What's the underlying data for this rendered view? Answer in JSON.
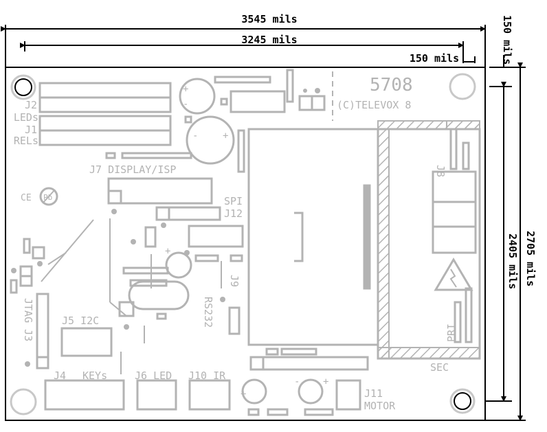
{
  "dimensions": {
    "overall_width": "3545 mils",
    "inner_width": "3245 mils",
    "offset_width": "150 mils",
    "offset_height": "150 mils",
    "overall_height": "2705 mils",
    "inner_height": "2405 mils"
  },
  "board": {
    "part_number": "5708",
    "copyright": "(C)TELEVOX 8",
    "connectors": {
      "j2": "J2",
      "j2_desc": "LEDs",
      "j1": "J1",
      "j1_desc": "RELs",
      "j7": "J7 DISPLAY/ISP",
      "spi": "SPI",
      "j12": "J12",
      "j8": "J8",
      "j9": "J9",
      "rs232": "RS232",
      "jtag": "JTAG J3",
      "j5": "J5 I2C",
      "j4": "J4",
      "keys": "KEYs",
      "j6": "J6 LED",
      "j10": "J10 IR",
      "j11": "J11",
      "motor": "MOTOR",
      "pri": "PRI",
      "sec": "SEC"
    },
    "marks": {
      "ce": "CE",
      "pb": "Pb"
    }
  },
  "colors": {
    "dimension": "#000000",
    "silkscreen": "#b3b3b3",
    "outline": "#000000"
  }
}
